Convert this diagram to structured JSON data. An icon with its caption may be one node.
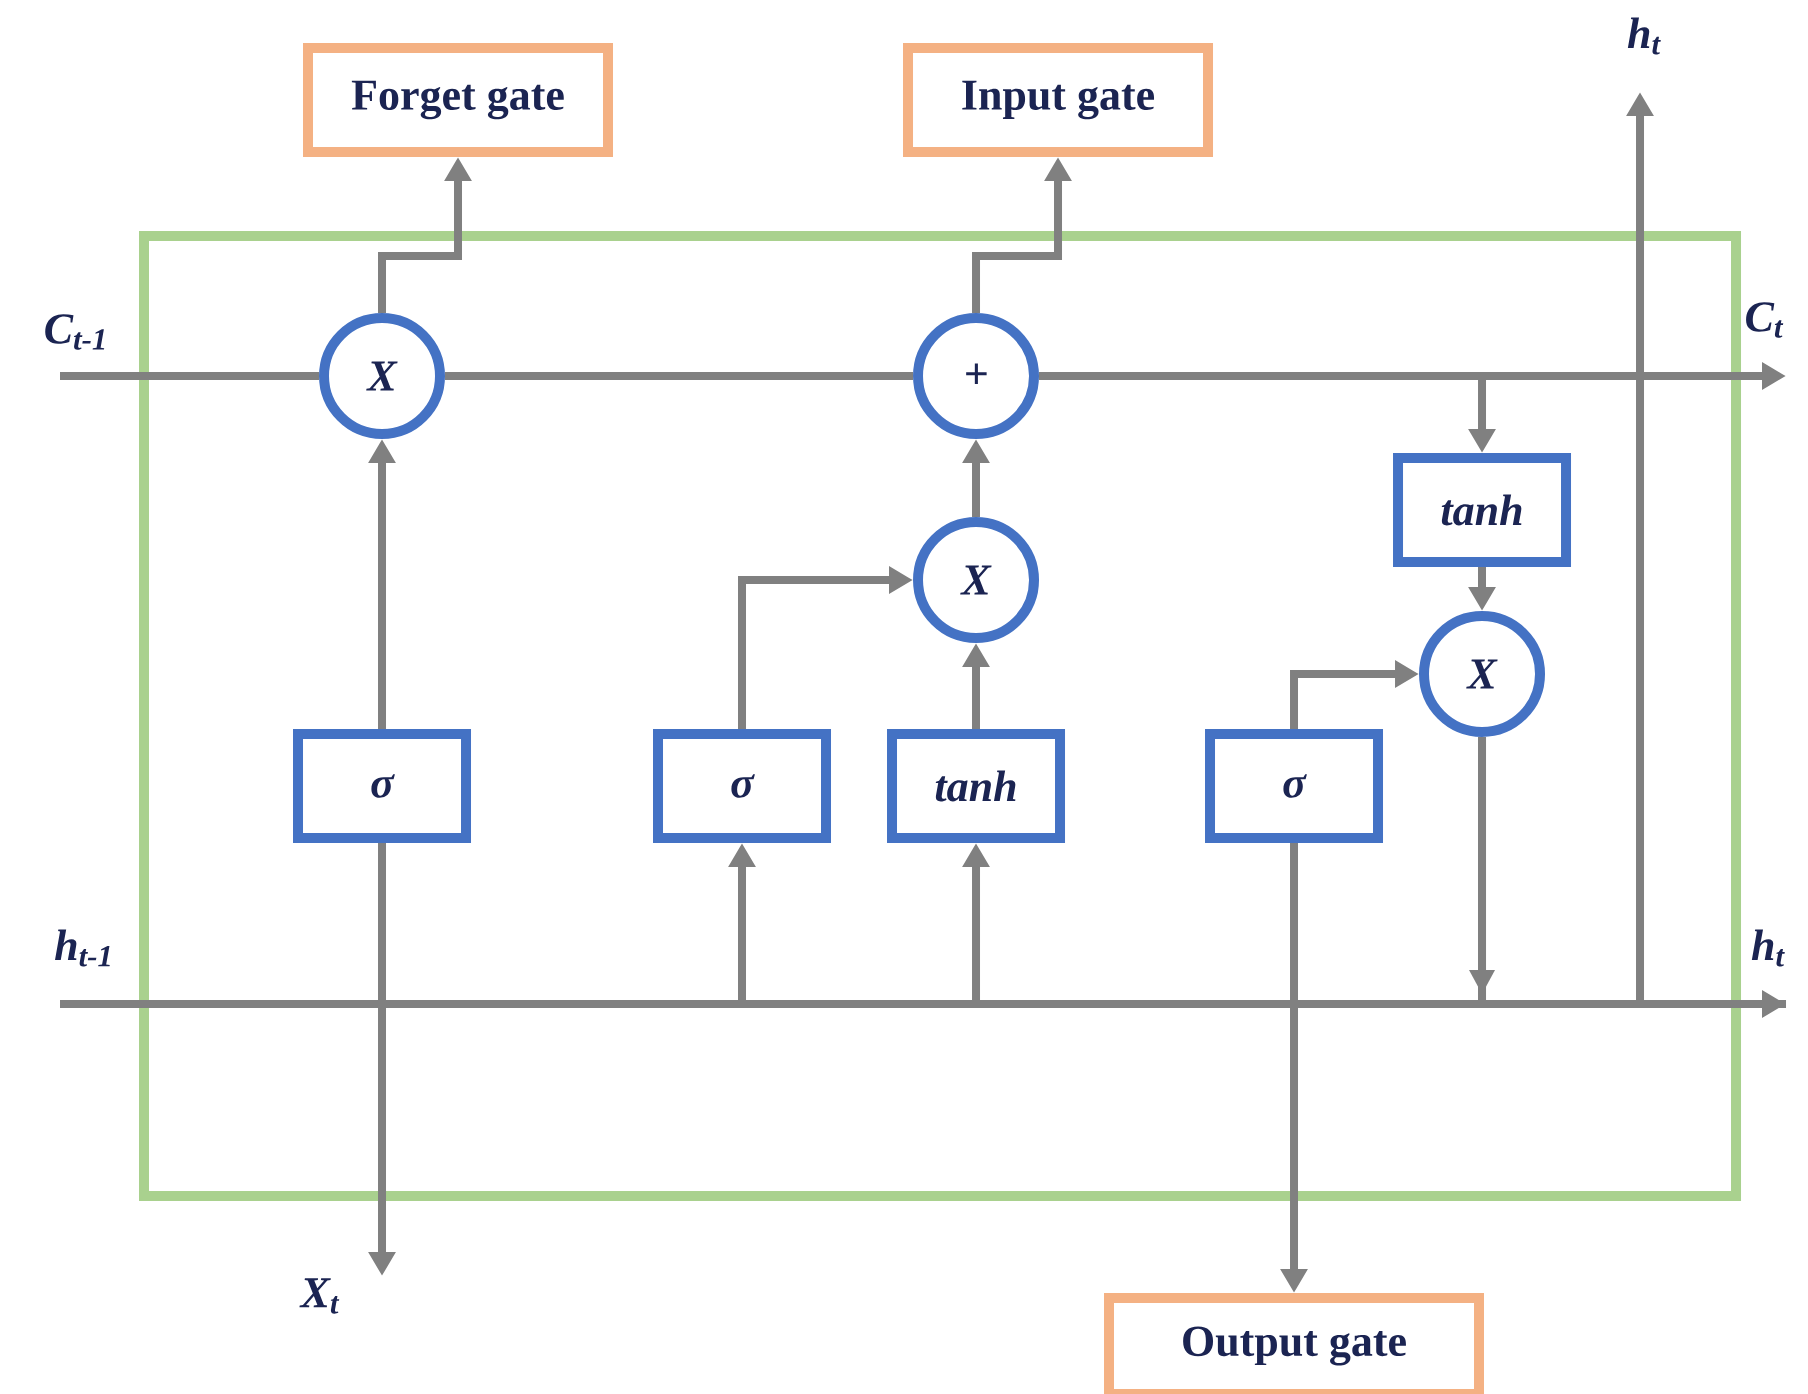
{
  "diagram": {
    "nodes": [
      {
        "text": [
          "Forget gate"
        ]
      },
      {
        "text": [
          "Input gate"
        ]
      },
      {
        "text": [
          "h$_{t}$"
        ]
      },
      {
        "text": [],
        "shape": "box"
      },
      {
        "text": [
          "C$_{t-1}$"
        ]
      },
      {
        "text": [
          "X"
        ],
        "in": 3
      },
      {
        "text": [
          "+"
        ],
        "in": 3
      },
      {
        "text": [
          "C$_{t}$"
        ]
      },
      {
        "text": [
          "tanh"
        ],
        "in": 3
      },
      {
        "text": [
          "X"
        ],
        "in": 3
      },
      {
        "text": [
          "X"
        ],
        "in": 3
      },
      {
        "text": [
          "σ"
        ],
        "in": 3
      },
      {
        "text": [
          "σ"
        ],
        "in": 3
      },
      {
        "text": [
          "tanh"
        ],
        "in": 3
      },
      {
        "text": [
          "σ"
        ],
        "in": 3
      },
      {
        "text": [
          "h$_{t-1}$"
        ]
      },
      {
        "text": [
          "h$_{t}$"
        ]
      },
      {
        "text": [
          "X$_{t}$"
        ]
      },
      {
        "text": [
          "Output gate"
        ]
      }
    ],
    "edges": [
      {
        "from": 4,
        "to": 5,
        "arrow": "none"
      },
      {
        "from": 5,
        "to": 6,
        "arrow": "none"
      },
      {
        "from": 6,
        "to": 7,
        "arrow": "to"
      },
      {
        "from": 5,
        "to": 0,
        "arrow": "to"
      },
      {
        "from": 6,
        "to": 1,
        "arrow": "to"
      },
      {
        "from": 11,
        "to": 5,
        "arrow": "to"
      },
      {
        "from": 9,
        "to": 6,
        "arrow": "to"
      },
      {
        "from": 12,
        "to": 9,
        "arrow": "to"
      },
      {
        "from": 13,
        "to": 9,
        "arrow": "to"
      },
      {
        "from": 6,
        "to": 8,
        "arrow": "to"
      },
      {
        "from": 8,
        "to": 10,
        "arrow": "to"
      },
      {
        "from": 14,
        "to": 10,
        "arrow": "to"
      },
      {
        "from": 10,
        "to": 16,
        "arrow": "to"
      },
      {
        "from": 15,
        "to": 12,
        "arrow": "to"
      },
      {
        "from": 15,
        "to": 13,
        "arrow": "to"
      },
      {
        "from": 15,
        "to": 16,
        "arrow": "to"
      },
      {
        "from": 10,
        "to": 2,
        "arrow": "to"
      },
      {
        "from": 11,
        "to": 17,
        "arrow": "to"
      },
      {
        "from": 14,
        "to": 18,
        "arrow": "to"
      }
    ]
  }
}
